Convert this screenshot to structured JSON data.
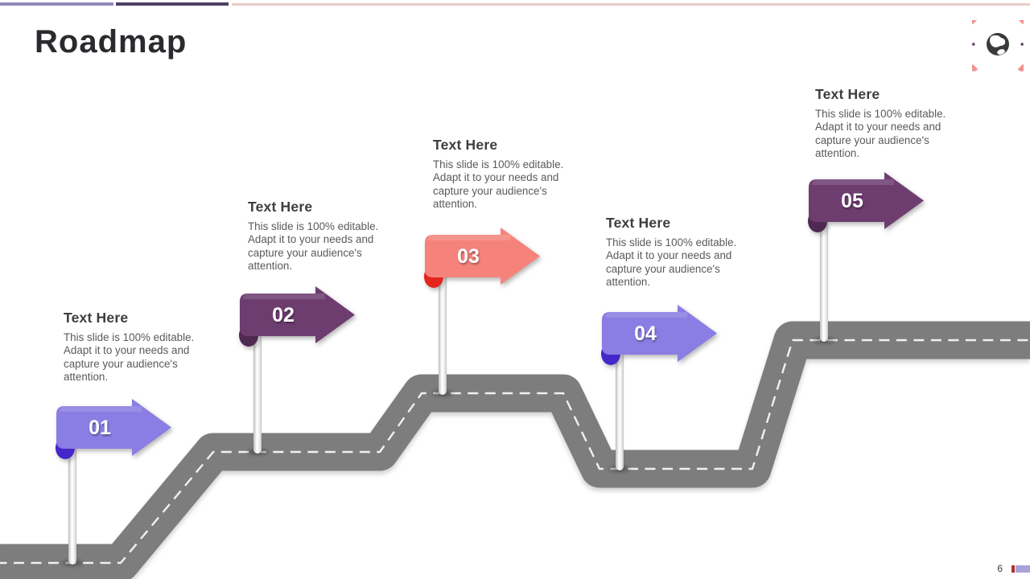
{
  "slide": {
    "title": "Roadmap",
    "page_number": "6"
  },
  "accent_bar": {
    "segment1_color": "#938bb9",
    "segment2_color": "#4c4162",
    "segment3_color": "#e9cbc7"
  },
  "footer": {
    "tick_color": "#a8322d",
    "bar_color": "#aaa2d8"
  },
  "road": {
    "surface_color": "#7d7d7d",
    "dash_color": "#f0f0f0"
  },
  "logo": {
    "globe_color": "#3a3a3a",
    "land_color": "#ffffff",
    "person_colors": [
      "#8377e0",
      "#f0948e",
      "#5c3763"
    ]
  },
  "milestones": [
    {
      "number": "01",
      "title": "Text Here",
      "description": "This slide is 100% editable. Adapt it to your needs and capture your audience's attention.",
      "colors": {
        "body": "#8a7de3",
        "curl": "#4527c9"
      }
    },
    {
      "number": "02",
      "title": "Text Here",
      "description": "This slide is 100% editable. Adapt it to your needs and capture your audience's attention.",
      "colors": {
        "body": "#6e3d70",
        "curl": "#4e2950"
      }
    },
    {
      "number": "03",
      "title": "Text Here",
      "description": "This slide is 100% editable. Adapt it to your needs and capture your audience's attention.",
      "colors": {
        "body": "#f5837c",
        "curl": "#e3251c"
      }
    },
    {
      "number": "04",
      "title": "Text Here",
      "description": "This slide is 100% editable. Adapt it to your needs and capture your audience's attention.",
      "colors": {
        "body": "#8a7de3",
        "curl": "#4527c9"
      }
    },
    {
      "number": "05",
      "title": "Text Here",
      "description": "This slide is 100% editable. Adapt it to your needs and capture your audience's attention.",
      "colors": {
        "body": "#6e3d70",
        "curl": "#4e2950"
      }
    }
  ]
}
